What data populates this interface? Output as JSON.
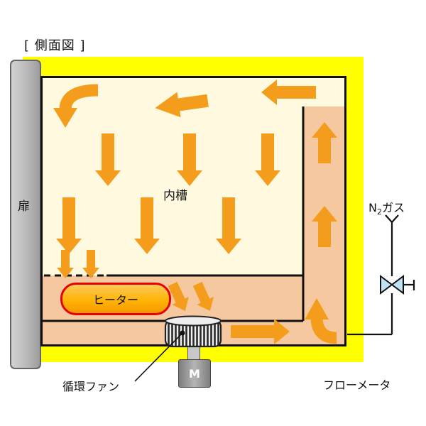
{
  "title": "[ 側面図 ]",
  "diagram": {
    "door_label": "扉",
    "inner_tank_label": "内槽",
    "heater_label": "ヒーター",
    "fan_label": "循環ファン",
    "motor_label": "M",
    "n2_label_main": "N",
    "n2_label_sub": "2",
    "n2_label_rest": "ガス",
    "flow_meter_label": "フローメータ"
  },
  "colors": {
    "insulation": "#FFFF00",
    "plenum": "#F6C8A0",
    "chamber": "#FFFADF",
    "arrow": "#F49D1D",
    "heater_fill": "#FFB405",
    "heater_border": "#E60000",
    "door_fill": "#B9B9B9",
    "valve_fill": "#BEE3F2",
    "line": "#111111"
  }
}
